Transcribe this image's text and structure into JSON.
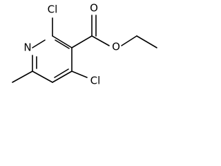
{
  "molecule": {
    "atoms": {
      "nitrogen": "N",
      "chlorine_top": "Cl",
      "chlorine_bottom": "Cl",
      "oxygen_carbonyl": "O",
      "oxygen_ester": "O"
    }
  },
  "colors": {
    "ink": "#000000",
    "background": "#ffffff"
  }
}
